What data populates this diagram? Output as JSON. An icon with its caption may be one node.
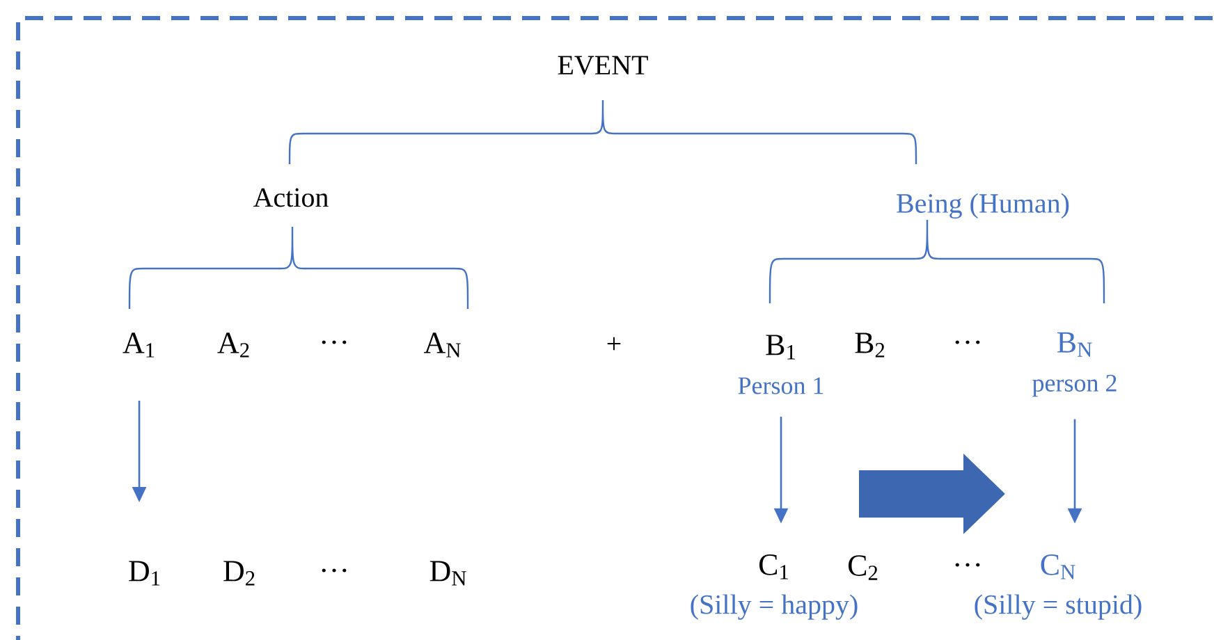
{
  "diagram": {
    "nodes": [
      {
        "text": [
          "EVENT"
        ]
      },
      {
        "text": [
          "Action"
        ]
      },
      {
        "text": [
          "Being (Human)"
        ]
      },
      {
        "text": [
          "A$_{1}$"
        ]
      },
      {
        "text": [
          "A$_{2}$"
        ]
      },
      {
        "text": [
          "…"
        ]
      },
      {
        "text": [
          "A$_{N}$"
        ]
      },
      {
        "text": [
          "B$_{1}$"
        ],
        "beside": [
          "Person 1"
        ]
      },
      {
        "text": [
          "B$_{2}$"
        ]
      },
      {
        "text": [
          "…"
        ]
      },
      {
        "text": [
          "B$_{N}$"
        ],
        "beside": [
          "person 2"
        ]
      },
      {
        "text": [
          "D$_{1}$"
        ]
      },
      {
        "text": [
          "D$_{2}$"
        ]
      },
      {
        "text": [
          "…"
        ]
      },
      {
        "text": [
          "D$_{N}$"
        ]
      },
      {
        "text": [
          "C$_{1}$"
        ],
        "beside": [
          "(Silly = happy)"
        ]
      },
      {
        "text": [
          "C$_{2}$"
        ]
      },
      {
        "text": [
          "…"
        ]
      },
      {
        "text": [
          "C$_{N}$"
        ],
        "beside": [
          "(Silly = stupid)"
        ]
      }
    ],
    "edges": [
      {
        "from": 3,
        "to": 11,
        "arrow": "to"
      },
      {
        "from": 7,
        "to": 15,
        "arrow": "to"
      },
      {
        "from": 10,
        "to": 18,
        "arrow": "to"
      }
    ],
    "labels": [
      "+"
    ]
  }
}
